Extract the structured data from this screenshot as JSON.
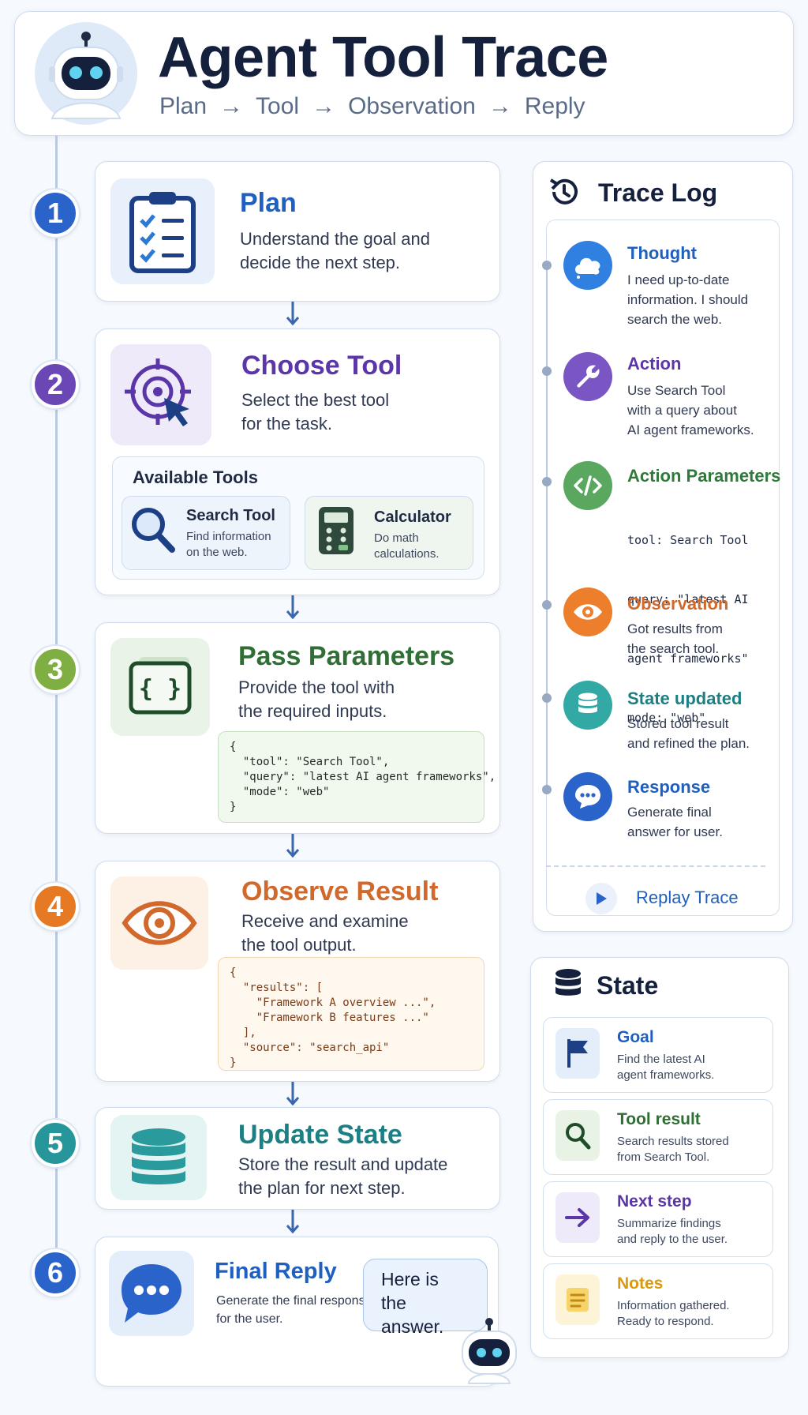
{
  "header": {
    "title": "Agent Tool Trace",
    "flow": [
      "Plan",
      "Tool",
      "Observation",
      "Reply"
    ],
    "arrow": "→"
  },
  "steps": [
    {
      "num": "1",
      "title": "Plan",
      "desc_lines": [
        "Understand the goal and",
        "decide the next step."
      ],
      "color": "#1f5fbf",
      "num_color": "#2a63c9"
    },
    {
      "num": "2",
      "title": "Choose Tool",
      "desc_lines": [
        "Select the best tool",
        "for the task."
      ],
      "color": "#5b36a8",
      "num_color": "#6b47b6"
    },
    {
      "num": "3",
      "title": "Pass Parameters",
      "desc_lines": [
        "Provide the tool with",
        "the required inputs."
      ],
      "color": "#2f6e35",
      "num_color": "#7fae43"
    },
    {
      "num": "4",
      "title": "Observe Result",
      "desc_lines": [
        "Receive and examine",
        "the tool output."
      ],
      "color": "#d0692b",
      "num_color": "#e67a24"
    },
    {
      "num": "5",
      "title": "Update State",
      "desc_lines": [
        "Store the result and update",
        "the plan for next step."
      ],
      "color": "#1c7f83",
      "num_color": "#27969a"
    },
    {
      "num": "6",
      "title": "Final Reply",
      "desc_lines": [
        "Generate the final response",
        "for the user."
      ],
      "color": "#1f5fbf",
      "num_color": "#2a63c9"
    }
  ],
  "available_tools": {
    "heading": "Available Tools",
    "tools": [
      {
        "name": "Search Tool",
        "desc_lines": [
          "Find information",
          "on the web."
        ]
      },
      {
        "name": "Calculator",
        "desc_lines": [
          "Do math",
          "calculations."
        ]
      }
    ]
  },
  "params_code": "{\n  \"tool\": \"Search Tool\",\n  \"query\": \"latest AI agent frameworks\",\n  \"mode\": \"web\"\n}",
  "result_code": "{\n  \"results\": [\n    \"Framework A overview ...\",\n    \"Framework B features ...\"\n  ],\n  \"source\": \"search_api\"\n}",
  "reply_bubble": [
    "Here is",
    "the answer."
  ],
  "trace_log": {
    "title": "Trace Log",
    "entries": [
      {
        "title": "Thought",
        "lines": [
          "I need up-to-date",
          "information. I should",
          "search the web."
        ],
        "color": "#1f5fbf",
        "icon": "thought-cloud-icon"
      },
      {
        "title": "Action",
        "lines": [
          "Use Search Tool",
          "with a query about",
          "AI agent frameworks."
        ],
        "color": "#5b36a8",
        "icon": "wrench-icon"
      },
      {
        "title": "Action Parameters",
        "lines": [
          "tool: Search Tool",
          "query: \"latest AI",
          "agent frameworks\"",
          "mode: \"web\""
        ],
        "color": "#2f7a3a",
        "icon": "code-icon",
        "mono": true
      },
      {
        "title": "Observation",
        "lines": [
          "Got results from",
          "the search tool."
        ],
        "color": "#d0692b",
        "icon": "eye-icon"
      },
      {
        "title": "State updated",
        "lines": [
          "Stored tool result",
          "and refined the plan."
        ],
        "color": "#1c7f83",
        "icon": "database-icon"
      },
      {
        "title": "Response",
        "lines": [
          "Generate final",
          "answer for user."
        ],
        "color": "#1f5fbf",
        "icon": "chat-icon"
      }
    ],
    "replay_label": "Replay Trace"
  },
  "state": {
    "title": "State",
    "items": [
      {
        "title": "Goal",
        "lines": [
          "Find the latest AI",
          "agent frameworks."
        ],
        "color": "#1f5fbf",
        "icon": "flag-icon"
      },
      {
        "title": "Tool result",
        "lines": [
          "Search results stored",
          "from Search Tool."
        ],
        "color": "#2f6e35",
        "icon": "search-icon"
      },
      {
        "title": "Next step",
        "lines": [
          "Summarize findings",
          "and reply to the user."
        ],
        "color": "#5b36a8",
        "icon": "arrow-right-icon"
      },
      {
        "title": "Notes",
        "lines": [
          "Information gathered.",
          "Ready to respond."
        ],
        "color": "#d99a0f",
        "icon": "notes-icon"
      }
    ]
  }
}
